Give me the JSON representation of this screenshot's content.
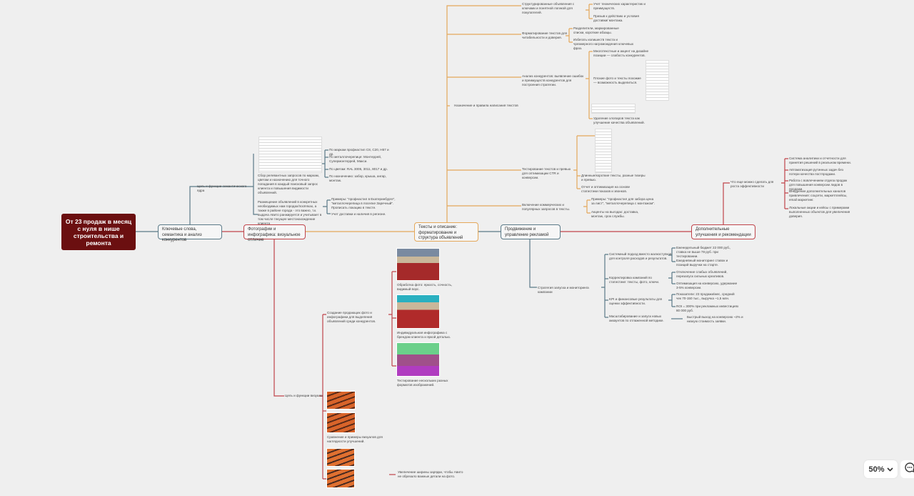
{
  "root": "От 23 продаж в месяц с нуля в нише строительства и ремонта",
  "main": {
    "keywords": "Ключевые слова, семантика и анализ конкурентов",
    "photos": "Фотографии и инфографика: визуальное отличие",
    "texts": "Тексты и описание: форматирование и структура объявлений",
    "ads": "Продвижение и управление рекламой",
    "extra": "Дополнительные улучшения и рекомендации"
  },
  "keywords": {
    "goal": "Цель и функции семантического ядра",
    "collect": "Сбор релевантных запросов по маркам, цветам и назначению для точного попадания в каждый поисковый запрос клиента и повышения видимости объявлений.",
    "placement": "Размещение объявлений в конкретных необходимых нам городах/посёлках, а также в районе города - это важно, т.к. выдача Авито ранжируется и учитывает в том числе текущее местонахождение клиента",
    "sub": [
      "По маркам профнастил С8, С20, Н57 и др.",
      "По металлочерепице: Монтеррей, Супермонтеррей, Макси.",
      "По цветам: RAL 3005, 3011, 8017 и др.",
      "По назначению: забор, крыша, ангар, монтаж."
    ],
    "sub2": [
      "Примеры: \"профнастил в Екатеринбурге\", \"металлочерепица в поселке Заречный\". Прописать локацию в тексте.",
      "Учет доставки и наличия в регионе."
    ]
  },
  "texts": {
    "rules": "Назначение и правила написания текстов",
    "items": [
      {
        "label": "Структурированные объявления с ключами и понятной логикой для покупателей.",
        "children": [
          "Учет технических характеристик и преимуществ.",
          "Призыв к действию и условия доставки/ монтажа."
        ]
      },
      {
        "label": "Форматирование текстов для читабельности и доверия.",
        "children": [
          "Разделители, маркированные списки, короткие абзацы.",
          "Избегать излишеств текста и чрезмерного нагромождения ключевых фраз."
        ]
      },
      {
        "label": "Анализ конкурентов: выявление ошибок и преимуществ конкурентов для построения стратегии.",
        "children": [
          "Многотекстные и акцент на дизайне позиции — слабость конкурентов.",
          "Плохие фото и тексты похожие — возможность выделиться.",
          "Удаление хлопаров текста как улучшение качества объявлений."
        ]
      },
      {
        "label": "Тестирование текстов и превью для оптимизации CTR и конверсии.",
        "children": [
          "Длинные/короткие тексты, разные тизеры и превью.",
          "Отчет и оптимизация на основе статистики показов и звонков."
        ]
      },
      {
        "label": "Включение коммерческих и популярных запросов в тексты.",
        "children": [
          "Примеры: \"профнастил для забора цена за лист\", \"металлочерепица с монтажом\".",
          "Акценты на выгодах: доставка, монтаж, срок службы."
        ]
      }
    ]
  },
  "ads": {
    "strategy": "Стратегия запуска и мониторинга кампании",
    "items": [
      {
        "label": "Системный подход вместо жалкоступков для контроля расходов и результатов.",
        "children": [
          "Еженедельный бюджет 22 000 руб., ставка не выше 78 руб. при тестировании.",
          "Ежедневный мониторинг ставок и позиций выручки на старте."
        ]
      },
      {
        "label": "Корректировка кампаний по статистике: тексты, фото, ключи.",
        "children": [
          "Отключение слабых объявлений, перезапуск сильных креативов.",
          "Оптимизация на конверсию, удержание 3-5% конверсии."
        ]
      },
      {
        "label": "KPI и финансовые результаты для оценки эффективности.",
        "children": [
          "Показатели: 23 продажи/мес, средний чек 70-150 тыс., выручка ~1,5 млн.",
          "ROI = 300% при рекламных инвестициях 80 000 руб."
        ]
      },
      {
        "label": "Масштабирование и запуск новых аккаунтов по отлаженной методике.",
        "children": [
          "Быстрый выход на конверсию ~2% и низкую стоимость заявки."
        ]
      }
    ]
  },
  "extra": {
    "question": "Что еще можно сделать для роста эффективности",
    "items": [
      "Система аналитики и отчетности для принятия решений в реальном времени.",
      "Автоматизация рутинных задач без потери качества постпродажи.",
      "Работа с вовлечением отдела продаж для повышения конверсии лидов в продажи.",
      "Внедрение дополнительных каналов привлечения: соцсети, маркетплейсы, email маркетинг.",
      "Локальные акции и кейсы с примерами выполненных объектов для увеличения доверия."
    ]
  },
  "photos": {
    "goal": "Цель и функции визуала",
    "create": "Создание продающих фото и инфографики для выделения объявлений среди конкурентов.",
    "captions": [
      "Обработка фото: яркость, сочность, видимый ворс.",
      "Индивидуальная инфографика с брендом клиента и яркой деталью.",
      "Тестирование нескольких разных форматов изображений."
    ],
    "compare": "Сравнение и примеры визуалов для наглядности улучшений.",
    "width": "Увеличение ширины зарядки, чтобы Авито не обрезало важные детали на фото."
  },
  "toolbar": {
    "zoom": "50%"
  },
  "colors": {
    "root": "#6b0f10",
    "red": "#c0444a",
    "orange": "#e4a85a",
    "slate": "#5b7a88"
  }
}
